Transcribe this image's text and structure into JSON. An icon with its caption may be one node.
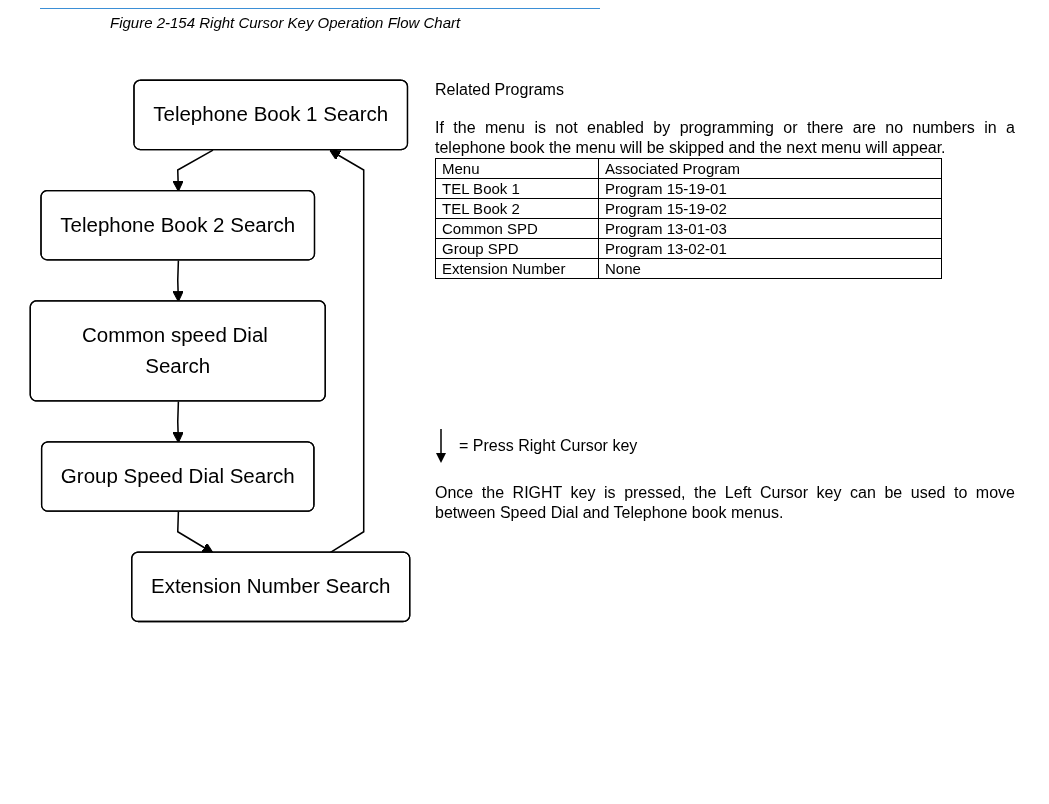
{
  "diagram": {
    "title": "Figure 2-154 Right Cursor Key Operation Flow Chart",
    "nodes": [
      {
        "text": [
          "Telephone Book 1 Search"
        ]
      },
      {
        "text": [
          "Telephone Book 2 Search"
        ]
      },
      {
        "text": [
          "Common speed Dial Search"
        ]
      },
      {
        "text": [
          "Group Speed Dial Search"
        ]
      },
      {
        "text": [
          "Extension Number Search"
        ]
      }
    ],
    "edges": [
      {
        "from": 0,
        "to": 1,
        "arrow": "to"
      },
      {
        "from": 1,
        "to": 2,
        "arrow": "to"
      },
      {
        "from": 2,
        "to": 3,
        "arrow": "to"
      },
      {
        "from": 3,
        "to": 4,
        "arrow": "to"
      },
      {
        "from": 4,
        "to": 0,
        "arrow": "to"
      }
    ],
    "labels": [
      "Related Programs",
      "If the menu is not enabled by programming or there are no numbers in a telephone book the menu will be skipped and the next menu will appear.",
      "Menu",
      "Associated Program",
      "TEL Book 1",
      "Program 15-19-01",
      "TEL Book 2",
      "Program 15-19-02",
      "Common SPD",
      "Program 13-01-03",
      "Group SPD",
      "Program 13-02-01",
      "Extension Number",
      "None",
      "Once the RIGHT key is pressed, the Left Cursor key can be used to move between Speed Dial and Telephone book menus."
    ],
    "legend": [
      {
        "text": "= Press Right Cursor key"
      }
    ]
  }
}
